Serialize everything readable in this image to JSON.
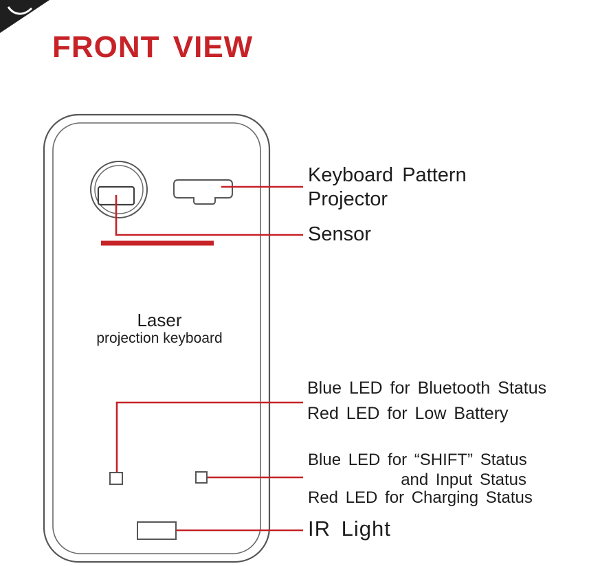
{
  "title": "FRONT VIEW",
  "device": {
    "name_line1": "Laser",
    "name_line2": "projection keyboard"
  },
  "callouts": {
    "projector_line1": "Keyboard Pattern",
    "projector_line2": "Projector",
    "sensor": "Sensor",
    "led_top_line1": "Blue LED for Bluetooth Status",
    "led_top_line2": "Red LED for Low Battery",
    "led_bottom_line1": "Blue LED for “SHIFT” Status",
    "led_bottom_line2": "and Input Status",
    "led_bottom_line3": "Red LED for Charging Status",
    "ir": "IR Light"
  },
  "colors": {
    "accent_red": "#c62227",
    "outline_gray": "#565656",
    "text_black": "#1d1d1d"
  }
}
